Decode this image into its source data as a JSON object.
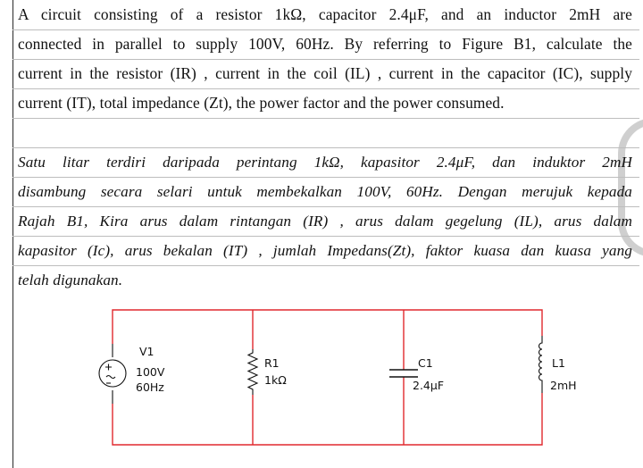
{
  "question_en": {
    "lines": [
      "A circuit consisting of a resistor 1kΩ, capacitor 2.4μF, and an inductor 2mH are",
      "connected in parallel to supply 100V, 60Hz. By referring to Figure B1, calculate the",
      "current in the resistor (IR) , current in the coil (IL) , current in the capacitor (IC), supply",
      "current (IT), total impedance (Zt), the power factor and the power consumed."
    ]
  },
  "question_ms": {
    "lines": [
      "Satu litar terdiri daripada perintang 1kΩ, kapasitor 2.4μF, dan induktor 2mH",
      "disambung secara selari untuk membekalkan 100V, 60Hz. Dengan merujuk kepada",
      "Rajah B1, Kira arus dalam rintangan (IR) , arus dalam gegelung (IL), arus dalam",
      "kapasitor (Ic), arus bekalan (IT) , jumlah Impedans(Zt), faktor kuasa dan kuasa yang",
      "telah digunakan."
    ]
  },
  "circuit": {
    "wire_color": "#e0292e",
    "source": {
      "name": "V1",
      "voltage": "100V",
      "frequency": "60Hz"
    },
    "resistor": {
      "name": "R1",
      "value": "1kΩ"
    },
    "capacitor": {
      "name": "C1",
      "value": "2.4μF"
    },
    "inductor": {
      "name": "L1",
      "value": "2mH"
    }
  }
}
